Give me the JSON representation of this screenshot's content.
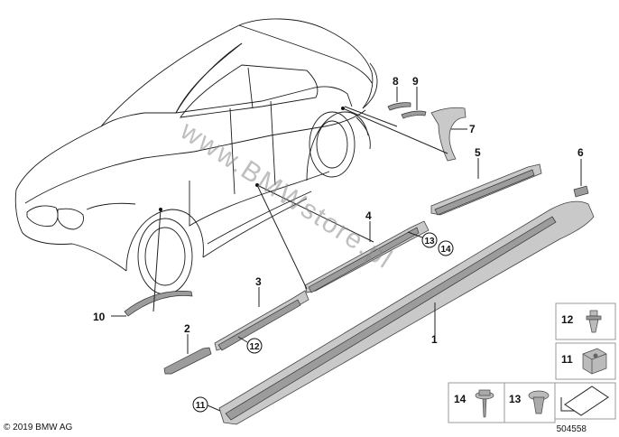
{
  "labels": {
    "p1": "1",
    "p2": "2",
    "p3": "3",
    "p4": "4",
    "p5": "5",
    "p6": "6",
    "p7": "7",
    "p8": "8",
    "p9": "9",
    "p10": "10"
  },
  "circled": {
    "c11": "11",
    "c12": "12",
    "c13": "13",
    "c14": "14"
  },
  "boxes": {
    "b12": "12",
    "b11": "11",
    "b14": "14",
    "b13": "13"
  },
  "watermark": "www.BMWstore.pl",
  "copyright": "© 2019 BMW AG",
  "diagram_id": "504558"
}
